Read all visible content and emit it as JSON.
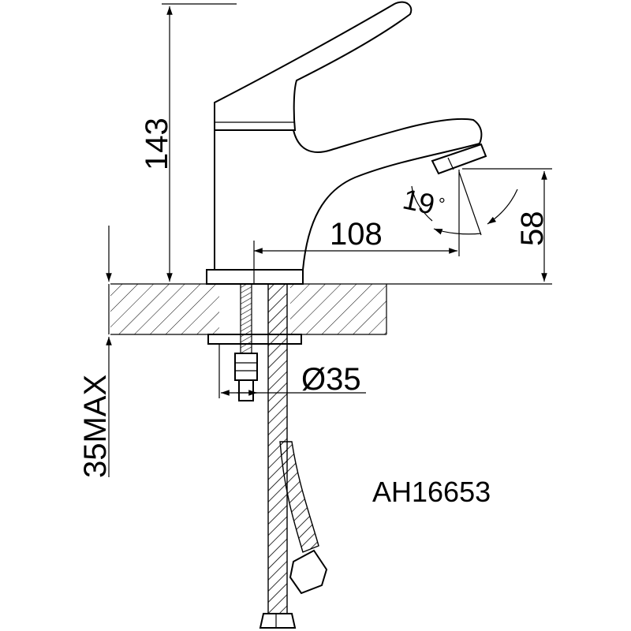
{
  "drawing": {
    "model_number": "AH16653",
    "dimensions": {
      "total_height": "143",
      "spout_reach": "108",
      "spout_height": "58",
      "angle": "19",
      "angle_unit": "°",
      "hole_diameter": "Ø35",
      "max_counter_thickness": "35MAX"
    },
    "colors": {
      "line": "#000000",
      "background": "#ffffff"
    }
  }
}
